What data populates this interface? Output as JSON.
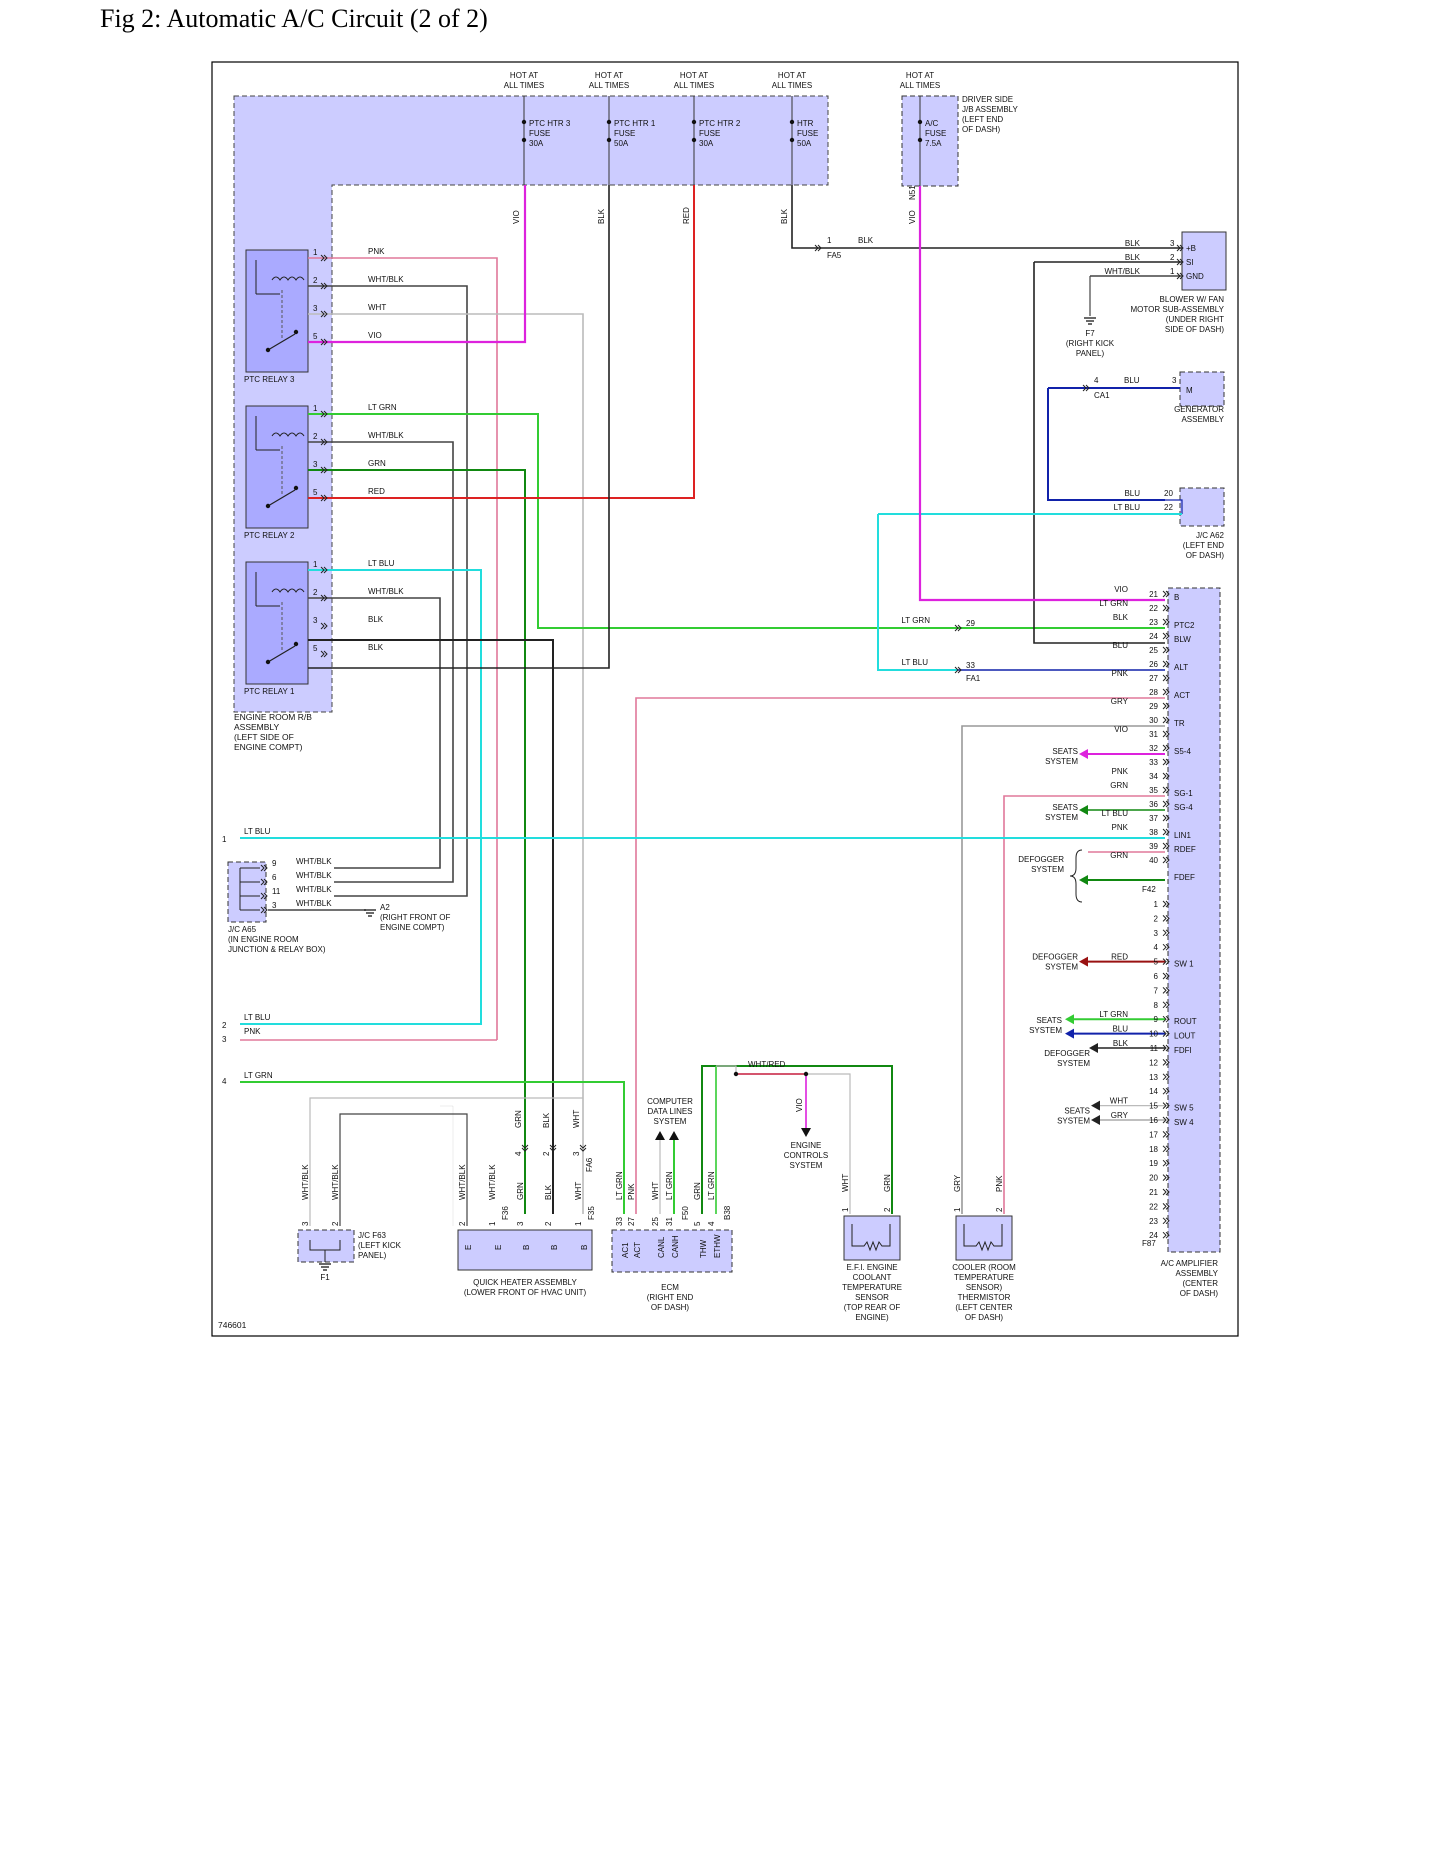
{
  "page": {
    "title": "Fig 2: Automatic A/C Circuit (2 of 2)"
  },
  "colors": {
    "PNK": "#e0789a",
    "WHT/BLK": "#444444",
    "WHT": "#bbbbbb",
    "VIO": "#dd22dd",
    "LT GRN": "#33cc33",
    "GRN": "#118811",
    "RED": "#dd2222",
    "LT BLU": "#22dddd",
    "BLK": "#222222",
    "BLU": "#1122aa",
    "GRY": "#999999",
    "WHT/RED": "#cc2244",
    "DRED": "#991111",
    "box": "#ccccff",
    "relay": "#aaaaff",
    "frame": "#000000"
  },
  "diagram": {
    "figure_id": "746601",
    "hot_at_all_times": "HOT AT ALL TIMES",
    "fuses": [
      {
        "l1": "PTC HTR 3",
        "l2": "FUSE",
        "l3": "30A"
      },
      {
        "l1": "PTC HTR 1",
        "l2": "FUSE",
        "l3": "50A"
      },
      {
        "l1": "PTC HTR 2",
        "l2": "FUSE",
        "l3": "30A"
      },
      {
        "l1": "HTR",
        "l2": "FUSE",
        "l3": "50A"
      },
      {
        "l1": "A/C",
        "l2": "FUSE",
        "l3": "7.5A"
      }
    ],
    "jb_label": [
      "DRIVER SIDE",
      "J/B ASSEMBLY",
      "(LEFT END",
      "OF DASH)"
    ],
    "engine_rb_label": [
      "ENGINE ROOM R/B",
      "ASSEMBLY",
      "(LEFT SIDE OF",
      "ENGINE COMPT)"
    ],
    "relays": [
      "PTC RELAY 3",
      "PTC RELAY 2",
      "PTC RELAY 1"
    ],
    "relay_pins": [
      "1",
      "2",
      "3",
      "5"
    ],
    "relay_wires": [
      [
        "PNK",
        "WHT/BLK",
        "WHT",
        "VIO"
      ],
      [
        "LT GRN",
        "WHT/BLK",
        "GRN",
        "RED"
      ],
      [
        "LT BLU",
        "WHT/BLK",
        "BLK",
        "BLK"
      ]
    ],
    "riser_labels": [
      "VIO",
      "BLK",
      "RED",
      "BLK",
      "VIO",
      "N51"
    ],
    "blower": {
      "pins": [
        "3",
        "2",
        "1"
      ],
      "wires": [
        "BLK",
        "BLK",
        "WHT/BLK"
      ],
      "terms": [
        "+B",
        "SI",
        "GND"
      ],
      "label": [
        "BLOWER W/ FAN",
        "MOTOR SUB-ASSEMBLY",
        "(UNDER RIGHT",
        "SIDE OF DASH)"
      ],
      "fa5_pin": "1",
      "fa5_wire": "BLK",
      "fa5": "FA5"
    },
    "f7": [
      "F7",
      "(RIGHT KICK",
      "PANEL)"
    ],
    "generator": {
      "pin": "4",
      "wire": "BLU",
      "pin2": "3",
      "ca1": "CA1",
      "term": "M",
      "label": [
        "GENERATOR",
        "ASSEMBLY"
      ]
    },
    "jc_a62": {
      "pins": [
        "20",
        "22"
      ],
      "wires": [
        "BLU",
        "LT BLU"
      ],
      "label": [
        "J/C A62",
        "(LEFT END",
        "OF DASH)"
      ]
    },
    "fa1": {
      "pin29": "29",
      "wire29": "LT GRN",
      "pin33": "33",
      "wire33": "LT BLU",
      "name": "FA1"
    },
    "amp_pins": [
      "21",
      "22",
      "23",
      "24",
      "25",
      "26",
      "27",
      "28",
      "29",
      "30",
      "31",
      "32",
      "33",
      "34",
      "35",
      "36",
      "37",
      "38",
      "39",
      "40"
    ],
    "amp_wires": [
      "VIO",
      "LT GRN",
      "BLK",
      "",
      "BLU",
      "",
      "PNK",
      "",
      "GRY",
      "",
      "VIO",
      "",
      "",
      "PNK",
      "GRN",
      "",
      "LT BLU",
      "PNK",
      "",
      "GRN"
    ],
    "amp_terms": [
      "B",
      "",
      "PTC2",
      "BLW",
      "",
      "ALT",
      "",
      "ACT",
      "",
      "TR",
      "",
      "S5-4",
      "",
      "",
      "SG-1",
      "SG-4",
      "",
      "LIN1",
      "RDEF",
      "",
      "FDEF"
    ],
    "amp_pins2": [
      "1",
      "2",
      "3",
      "4",
      "5",
      "6",
      "7",
      "8",
      "9",
      "10",
      "11",
      "12",
      "13",
      "14",
      "15",
      "16",
      "17",
      "18",
      "19",
      "20",
      "21",
      "22",
      "23",
      "24"
    ],
    "amp_wires2": [
      "",
      "",
      "",
      "",
      "RED",
      "",
      "",
      "",
      "LT GRN",
      "BLU",
      "BLK",
      "",
      "",
      "",
      "WHT",
      "GRY",
      "",
      "",
      "",
      "",
      "",
      "",
      "",
      ""
    ],
    "amp_terms2": [
      "",
      "",
      "",
      "",
      "SW 1",
      "",
      "",
      "",
      "ROUT",
      "LOUT",
      "FDFI",
      "",
      "",
      "",
      "SW 5",
      "SW 4",
      "",
      "",
      "",
      "",
      "",
      "",
      "",
      ""
    ],
    "f42": "F42",
    "f87": "F87",
    "amp_label": [
      "A/C AMPLIFIER",
      "ASSEMBLY",
      "(CENTER",
      "OF DASH)"
    ],
    "seats_system": [
      "SEATS",
      "SYSTEM"
    ],
    "defogger_system": [
      "DEFOGGER",
      "SYSTEM"
    ],
    "jc_a65": {
      "pins": [
        "9",
        "6",
        "11",
        "3"
      ],
      "wires": [
        "WHT/BLK",
        "WHT/BLK",
        "WHT/BLK",
        "WHT/BLK"
      ],
      "label": [
        "J/C A65",
        "(IN ENGINE ROOM",
        "JUNCTION & RELAY BOX)"
      ],
      "a2": [
        "A2",
        "(RIGHT FRONT OF",
        "ENGINE COMPT)"
      ]
    },
    "left_wires": [
      {
        "num": "1",
        "wire": "LT BLU"
      },
      {
        "num": "2",
        "wire": "LT BLU"
      },
      {
        "num": "3",
        "wire": "PNK"
      },
      {
        "num": "4",
        "wire": "LT GRN"
      }
    ],
    "fa6": {
      "pins": [
        "4",
        "2",
        "3"
      ],
      "wires": [
        "GRN",
        "BLK",
        "WHT"
      ],
      "name": "FA6"
    },
    "jc_f63": {
      "pins": [
        "3",
        "2"
      ],
      "wires": [
        "WHT/BLK",
        "WHT/BLK"
      ],
      "label": [
        "J/C F63",
        "(LEFT KICK",
        "PANEL)"
      ],
      "f1": "F1"
    },
    "heater": {
      "pins": [
        "2",
        "1",
        "3",
        "2",
        "1"
      ],
      "wires": [
        "WHT/BLK",
        "WHT/BLK",
        "GRN",
        "BLK",
        "WHT"
      ],
      "terms": [
        "E",
        "E",
        "B",
        "B",
        "B"
      ],
      "conns": [
        "F36",
        "F35"
      ],
      "label": [
        "QUICK HEATER ASSEMBLY",
        "(LOWER FRONT OF HVAC UNIT)"
      ]
    },
    "ecm": {
      "pins": [
        "33",
        "27",
        "25",
        "31",
        "5",
        "4"
      ],
      "wires": [
        "LT GRN",
        "PNK",
        "WHT",
        "LT GRN",
        "GRN",
        "LT GRN"
      ],
      "terms": [
        "AC1",
        "ACT",
        "CANL",
        "CANH",
        "THW",
        "ETHW"
      ],
      "conns": [
        "F50",
        "B38"
      ],
      "label": [
        "ECM",
        "(RIGHT END",
        "OF DASH)"
      ],
      "cdl": [
        "COMPUTER",
        "DATA LINES",
        "SYSTEM"
      ]
    },
    "wht_red": "WHT/RED",
    "vio_down": "VIO",
    "engine_controls": [
      "ENGINE",
      "CONTROLS",
      "SYSTEM"
    ],
    "efi": {
      "pins": [
        "1",
        "2"
      ],
      "wires": [
        "WHT",
        "GRN"
      ],
      "label": [
        "E.F.I. ENGINE",
        "COOLANT",
        "TEMPERATURE",
        "SENSOR",
        "(TOP REAR OF",
        "ENGINE)"
      ]
    },
    "cooler": {
      "pins": [
        "1",
        "2"
      ],
      "wires": [
        "GRY",
        "PNK"
      ],
      "label": [
        "COOLER (ROOM",
        "TEMPERATURE",
        "SENSOR)",
        "THERMISTOR",
        "(LEFT CENTER",
        "OF DASH)"
      ]
    }
  }
}
